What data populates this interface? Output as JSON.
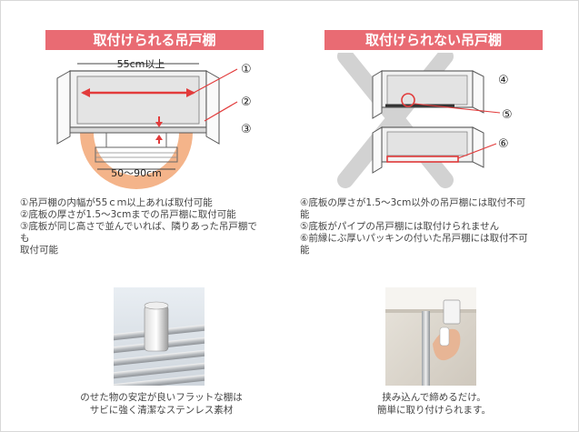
{
  "left_panel": {
    "title": "取付けられる吊戸棚",
    "width_label": "55cm以上",
    "spacing_label": "50～90cm",
    "markers": [
      "①",
      "②",
      "③"
    ],
    "notes": [
      "①吊戸棚の内幅が55ｃｍ以上あれば取付可能",
      "②底板の厚さが1.5～3cmまでの吊戸棚に取付可能",
      "③底板が同じ高さで並んでいれば、隣りあった吊戸棚で",
      "も",
      "取付可能"
    ]
  },
  "right_panel": {
    "title": "取付けられない吊戸棚",
    "markers": [
      "④",
      "⑤",
      "⑥"
    ],
    "notes": [
      "④底板の厚さが1.5～3cm以外の吊戸棚には取付不可",
      "能",
      "⑤底板がパイプの吊戸棚には取付けられません",
      "⑥前縁にぶ厚いパッキンの付いた吊戸棚には取付不可",
      "能"
    ]
  },
  "photo_left": {
    "caption_lines": [
      "のせた物の安定が良いフラットな棚は",
      "サビに強く清潔なステンレス素材"
    ]
  },
  "photo_right": {
    "caption_lines": [
      "挟み込んで締めるだけ。",
      "簡単に取り付けられます。"
    ]
  },
  "colors": {
    "banner": "#e96b73",
    "accent_red": "#e23b3b",
    "circle_orange": "#f0a877",
    "x_gray": "#cfcfcf"
  }
}
